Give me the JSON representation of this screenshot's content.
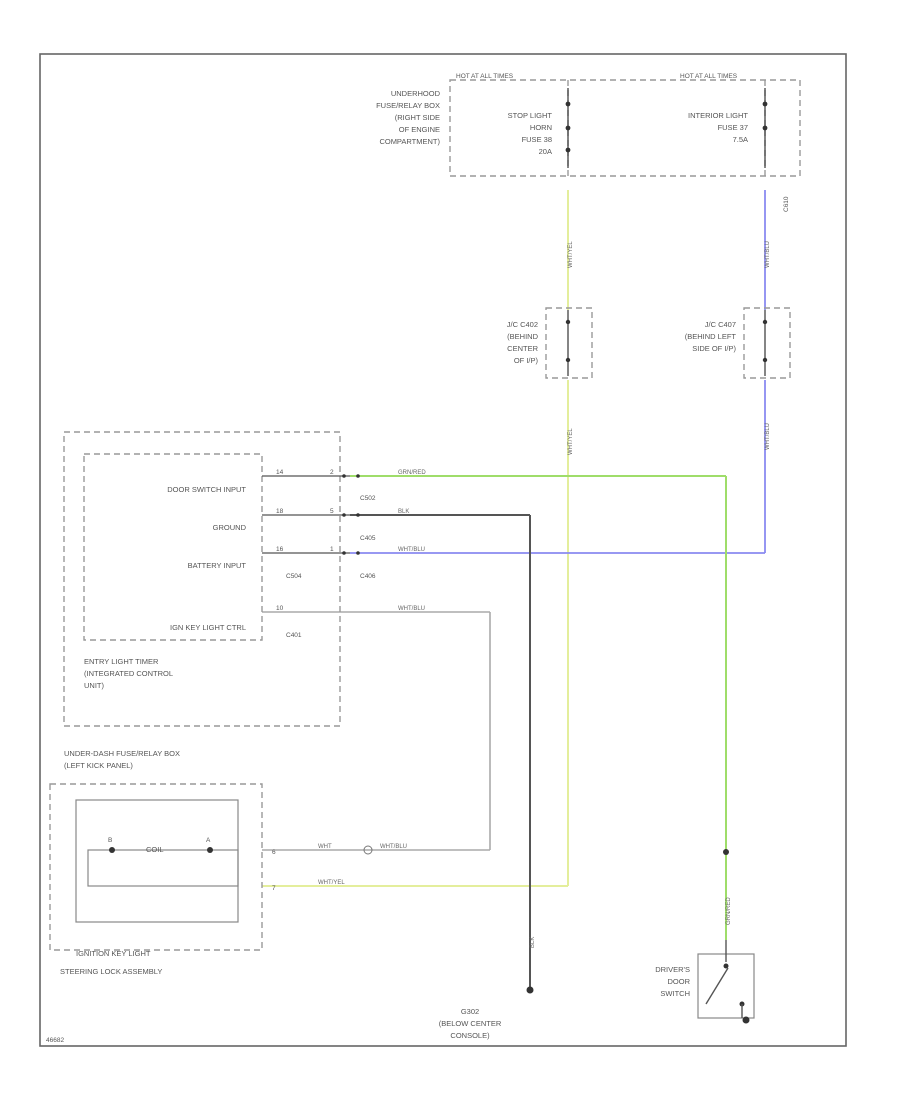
{
  "fuse_box_top": {
    "location": [
      "UNDERHOOD",
      "FUSE/RELAY BOX",
      "(RIGHT SIDE",
      "OF ENGINE",
      "COMPARTMENT)"
    ],
    "hot_label_left": "HOT AT ALL TIMES",
    "hot_label_right": "HOT AT ALL TIMES",
    "fuse_left": [
      "STOP LIGHT",
      "HORN",
      "FUSE 38",
      "20A"
    ],
    "fuse_right": [
      "INTERIOR LIGHT",
      "FUSE 37",
      "7.5A"
    ],
    "connector_right": "C610"
  },
  "wires": {
    "wht_yel": "WHT/YEL",
    "wht_blu": "WHT/BLU",
    "grn_red": "GRN/RED",
    "blk": "BLK",
    "wht": "WHT"
  },
  "connectors_mid": {
    "left": [
      "J/C C402",
      "(BEHIND",
      "CENTER",
      "OF I/P)"
    ],
    "right": [
      "J/C C407",
      "(BEHIND LEFT",
      "SIDE OF I/P)"
    ]
  },
  "timer": {
    "inputs": [
      "DOOR SWITCH INPUT",
      "GROUND",
      "BATTERY INPUT",
      "IGN KEY LIGHT CTRL"
    ],
    "pins_left": [
      "14",
      "18",
      "16",
      "10"
    ],
    "pins_right": [
      "2",
      "5",
      "1",
      ""
    ],
    "connector_codes": [
      "C502",
      "C405",
      "C406",
      "C504",
      "C401"
    ],
    "title": [
      "ENTRY LIGHT TIMER",
      "(INTEGRATED CONTROL",
      "UNIT)"
    ]
  },
  "underdash": {
    "title": [
      "UNDER-DASH FUSE/RELAY BOX",
      "(LEFT KICK PANEL)"
    ],
    "coil_label": "COIL",
    "pin_a": "B",
    "pin_b": "A",
    "pin_top": "6",
    "pin_bottom": "7",
    "assembly": [
      "IGNITION KEY LIGHT",
      "STEERING LOCK ASSEMBLY"
    ]
  },
  "ground": {
    "code": "G302",
    "location": [
      "(BELOW CENTER",
      "CONSOLE)"
    ]
  },
  "door_switch": [
    "DRIVER'S",
    "DOOR",
    "SWITCH"
  ],
  "figure_code": "46682",
  "colors": {
    "yellow_wire": "#e4ee9c",
    "green_wire": "#9fdd6a",
    "blue_wire": "#8a8af0",
    "black_wire": "#555555",
    "white_wire": "#aaaaaa"
  }
}
